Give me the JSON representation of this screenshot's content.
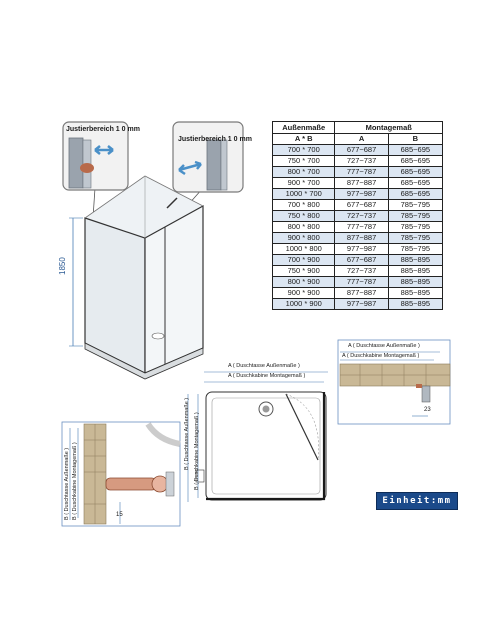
{
  "callouts": {
    "left_label": "Justierbereich 1 0 mm",
    "right_label": "Justierbereich 1 0 mm"
  },
  "height_label": "1850",
  "table": {
    "header_outer": "Außenmaße",
    "header_outer_sub": "A * B",
    "header_mount": "Montagemaß",
    "header_a": "A",
    "header_b": "B",
    "rows": [
      [
        "700 * 700",
        "677~687",
        "685~695"
      ],
      [
        "750 * 700",
        "727~737",
        "685~695"
      ],
      [
        "800 * 700",
        "777~787",
        "685~695"
      ],
      [
        "900 * 700",
        "877~887",
        "685~695"
      ],
      [
        "1000 * 700",
        "977~987",
        "685~695"
      ],
      [
        "700 * 800",
        "677~687",
        "785~795"
      ],
      [
        "750 * 800",
        "727~737",
        "785~795"
      ],
      [
        "800 * 800",
        "777~787",
        "785~795"
      ],
      [
        "900 * 800",
        "877~887",
        "785~795"
      ],
      [
        "1000 * 800",
        "977~987",
        "785~795"
      ],
      [
        "700 * 900",
        "677~687",
        "885~895"
      ],
      [
        "750 * 900",
        "727~737",
        "885~895"
      ],
      [
        "800 * 900",
        "777~787",
        "885~895"
      ],
      [
        "900 * 900",
        "877~887",
        "885~895"
      ],
      [
        "1000 * 900",
        "977~987",
        "885~895"
      ]
    ]
  },
  "plan": {
    "dim_a_outer": "A ( Duschtasse Außenmaße )",
    "dim_a_mount": "A ( Duschkabine Montagemaß )",
    "dim_b_outer": "B ( Duschtasse Außenmaße )",
    "dim_b_mount": "B ( Duschkabine Montagemaß )"
  },
  "detail_right": {
    "dim_a_outer": "A ( Duschtasse Außenmaße )",
    "dim_a_mount": "A ( Duschkabine Montagemaß )",
    "offset": "23"
  },
  "detail_left": {
    "dim_b_outer": "B ( Duschtasse Außenmaße )",
    "dim_b_mount": "B ( Duschkabine Montagemaß )",
    "offset": "15"
  },
  "unit_label": "Einheit:mm"
}
